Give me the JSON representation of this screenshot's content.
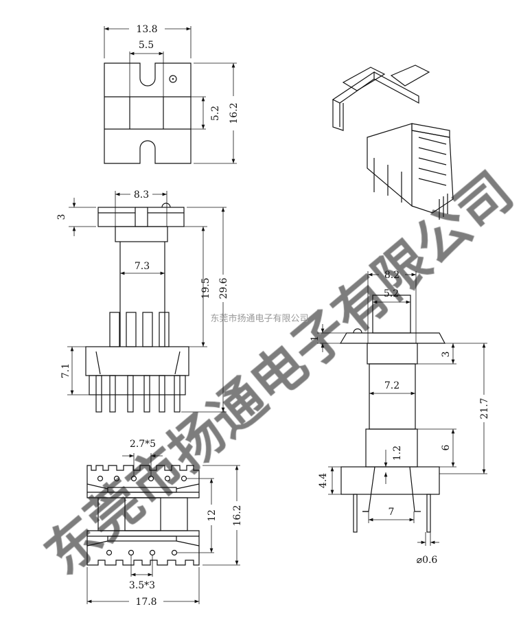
{
  "drawing": {
    "top_view": {
      "width": "13.8",
      "slot_span": "5.5",
      "height": "16.2",
      "center_band": "5.2"
    },
    "side_view": {
      "core_width": "8.3",
      "flange": "3",
      "inner_width": "7.3",
      "winding_height": "19.5",
      "total_height": "29.6",
      "base_height": "7.1"
    },
    "bottom_view": {
      "pin_pitch_top": "2.7*5",
      "pin_pitch_bottom": "3.5*3",
      "row_spacing": "12",
      "depth": "16.2",
      "width": "17.8"
    },
    "front_view": {
      "top_width": "8.2",
      "top_inner": "5.2",
      "flange_thickness": "1",
      "step": "3",
      "core_width": "7.2",
      "total_height": "21.7",
      "lower_block": "6",
      "gap": "1.2",
      "base_height": "4.4",
      "pin_span": "7",
      "pin_diameter": "⌀0.6"
    }
  },
  "watermark": {
    "text": "东莞市扬通电子有限公司",
    "small_text": "东莞市扬通电子有限公司",
    "color": "#7d7d7d"
  }
}
